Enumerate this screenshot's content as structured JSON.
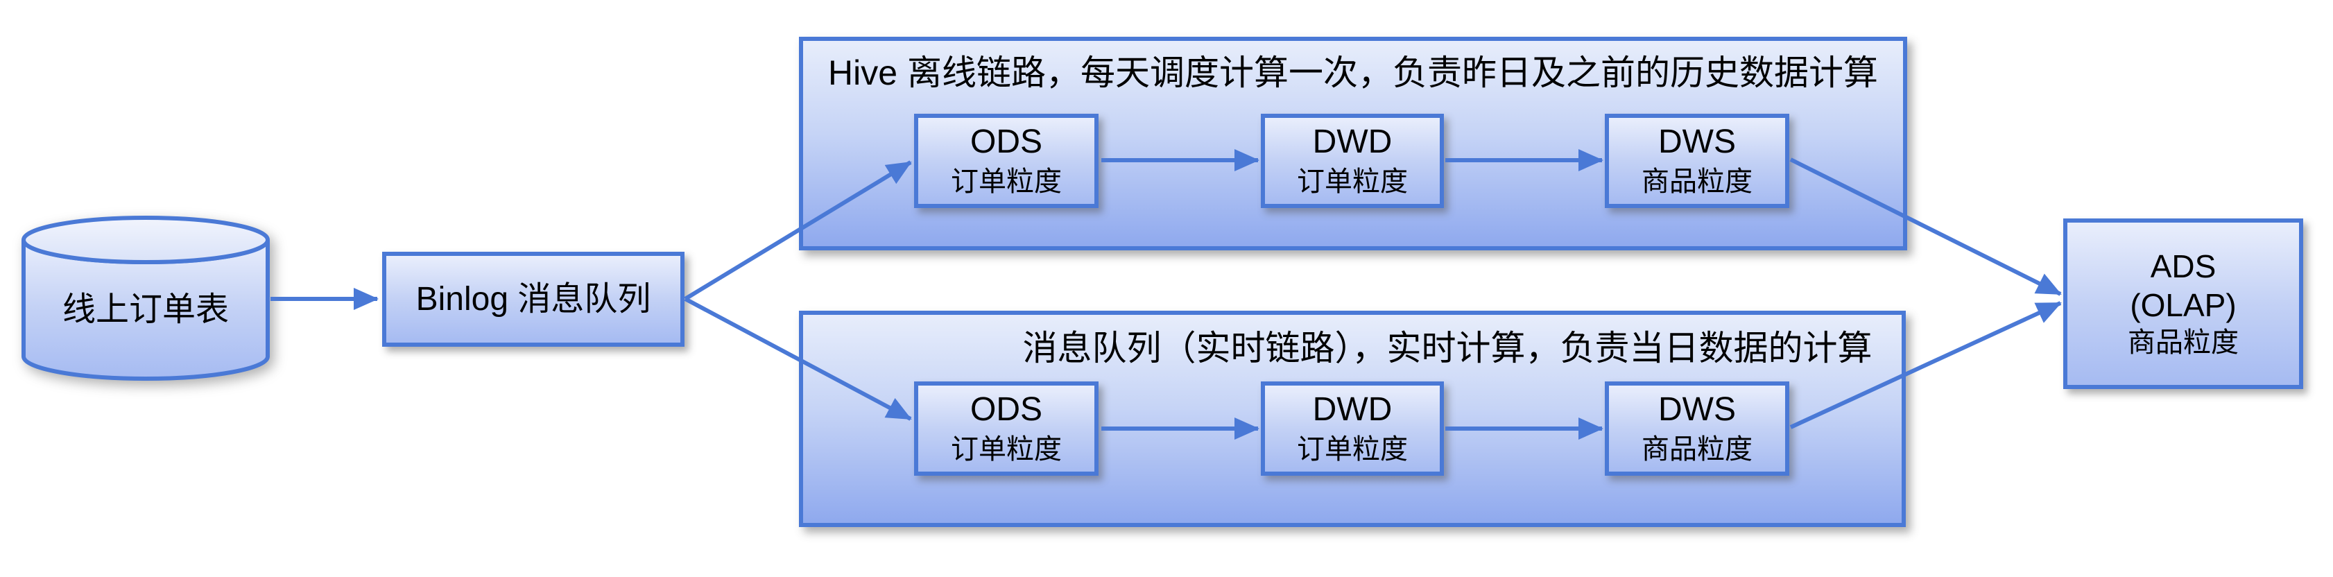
{
  "diagram": {
    "source": {
      "label": "线上订单表"
    },
    "binlog": {
      "label": "Binlog 消息队列"
    },
    "offline_pipeline": {
      "title": "Hive 离线链路，每天调度计算一次，负责昨日及之前的历史数据计算",
      "nodes": [
        {
          "name": "ODS",
          "granularity": "订单粒度"
        },
        {
          "name": "DWD",
          "granularity": "订单粒度"
        },
        {
          "name": "DWS",
          "granularity": "商品粒度"
        }
      ]
    },
    "realtime_pipeline": {
      "title": "消息队列（实时链路），实时计算，负责当日数据的计算",
      "nodes": [
        {
          "name": "ODS",
          "granularity": "订单粒度"
        },
        {
          "name": "DWD",
          "granularity": "订单粒度"
        },
        {
          "name": "DWS",
          "granularity": "商品粒度"
        }
      ]
    },
    "ads": {
      "line1": "ADS",
      "line2": "(OLAP)",
      "line3": "商品粒度"
    },
    "colors": {
      "stroke_blue": "#4a79d6",
      "fill_light": "#e9eefc",
      "fill_dark": "#a6bbf2",
      "container_dark": "#8fa9ee",
      "text": "#000000",
      "background": "#ffffff"
    }
  }
}
